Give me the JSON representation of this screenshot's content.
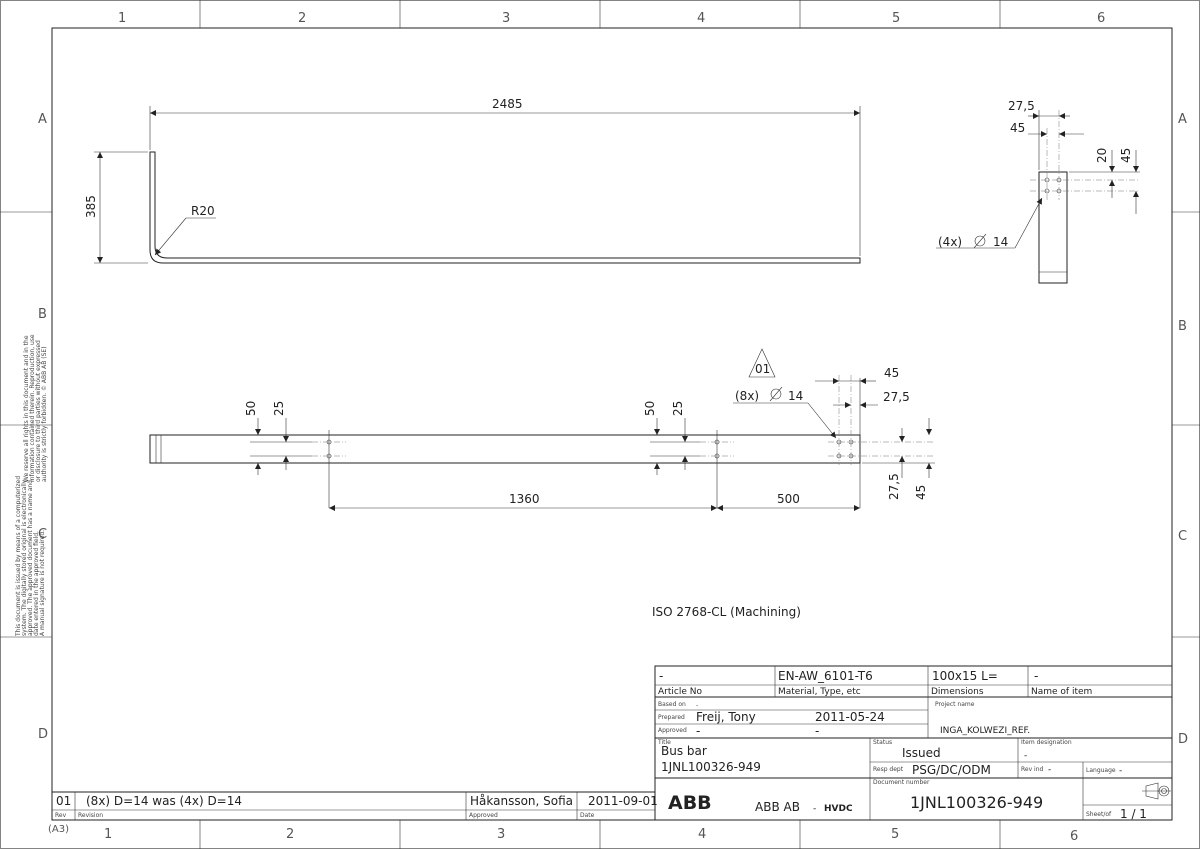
{
  "grid": {
    "columns": [
      "1",
      "2",
      "3",
      "4",
      "5",
      "6"
    ],
    "rows": [
      "A",
      "B",
      "C",
      "D"
    ],
    "sheet_size": "(A3)"
  },
  "side_notes": {
    "rights": [
      "We reserve all rights in this document and in the",
      "information contained therein. Reproduction, use",
      "or disclosure to third parties without expressed",
      "authority is strictly forbidden.   © ABB AB  (SE)"
    ],
    "approval": [
      "This document is issued by means of a computerized",
      "system. The digitally stored original is electronically",
      "approved. The approved document has a name and",
      "date entered in the approved field.",
      "A manual signature is not required."
    ]
  },
  "dims": {
    "side_length": "2485",
    "side_height": "385",
    "bend_radius": "R20",
    "end_27_5": "27,5",
    "end_45": "45",
    "end_20": "20",
    "end_45b": "45",
    "end_holes": "(4x)",
    "end_hole_dia": "14",
    "top_50a": "50",
    "top_25a": "25",
    "top_50b": "50",
    "top_25b": "25",
    "top_45": "45",
    "top_27_5": "27,5",
    "rev_marker": "01",
    "top_holes": "(8x)",
    "top_hole_dia": "14",
    "top_1360": "1360",
    "top_500": "500",
    "right_27_5": "27,5",
    "right_45": "45"
  },
  "tolerance_note": "ISO 2768-CL (Machining)",
  "revision": {
    "rev": "01",
    "text": "(8x) D=14 was (4x) D=14",
    "approved_by": "Håkansson, Sofia",
    "date": "2011-09-01",
    "rev_label": "Rev",
    "revision_label": "Revision",
    "approved_label": "Approved",
    "date_label": "Date"
  },
  "title_block": {
    "article_no": "-",
    "material": "EN-AW_6101-T6",
    "dimensions": "100x15 L=",
    "name_of_item": "-",
    "article_no_label": "Article No",
    "material_label": "Material, Type, etc",
    "dimensions_label": "Dimensions",
    "name_of_item_label": "Name of item",
    "based_on_label": "Based on",
    "based_on": "-",
    "prepared_label": "Prepared",
    "prepared_by": "Freij, Tony",
    "prepared_date": "2011-05-24",
    "approved_label": "Approved",
    "approved_by": "-",
    "approved_date": "-",
    "project_name_label": "Project name",
    "project_name": "INGA_KOLWEZI_REF.",
    "title_label": "Title",
    "title_line1": "Bus bar",
    "title_line2": "1JNL100326-949",
    "status_label": "Status",
    "status": "Issued",
    "item_designation_label": "Item designation",
    "item_designation": "-",
    "resp_dept_label": "Resp dept",
    "resp_dept": "PSG/DC/ODM",
    "rev_ind_label": "Rev ind",
    "rev_ind": "-",
    "language_label": "Language",
    "language": "-",
    "doc_number_label": "Document number",
    "doc_number": "1JNL100326-949",
    "company_logo": "ABB",
    "company": "ABB AB",
    "dash": "-",
    "division": "HVDC",
    "sheet_label": "Sheet/of",
    "sheet": "1 / 1"
  },
  "icons": {
    "projection": "third-angle-projection-icon"
  },
  "colors": {
    "logo_red": "#e4001b",
    "line": "#222222"
  }
}
